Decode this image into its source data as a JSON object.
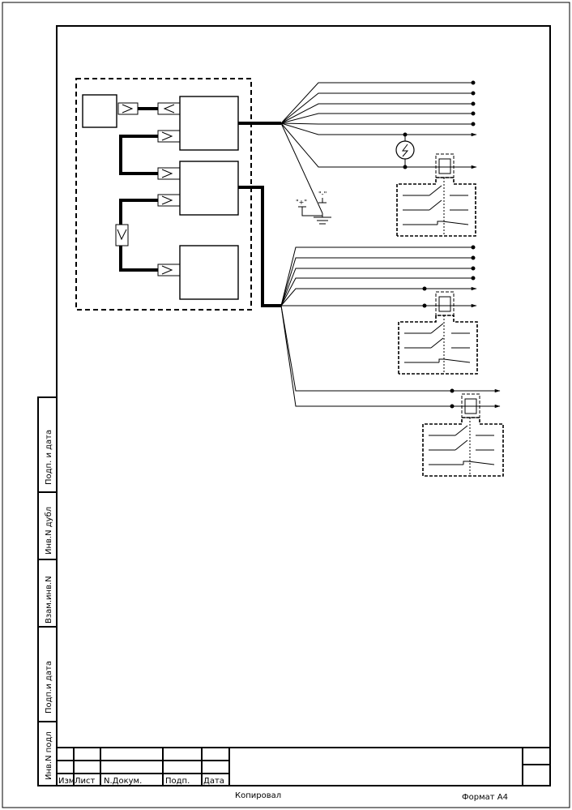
{
  "side_stamp": {
    "field1": "Подп. и дата",
    "field2": "Инв.N дубл",
    "field3": "Взам.инв.N",
    "field4": "Подп.и дата",
    "field5": "Инв.N подл"
  },
  "title_block": {
    "col_izm": "Изм",
    "col_list": "Лист",
    "col_ndokum": "N.Докум.",
    "col_podp": "Подп.",
    "col_data": "Дата"
  },
  "footer": {
    "copied": "Копировал",
    "format": "Формат А4"
  },
  "ground_labels": {
    "left": "\"+\"",
    "right": "\"-\""
  }
}
